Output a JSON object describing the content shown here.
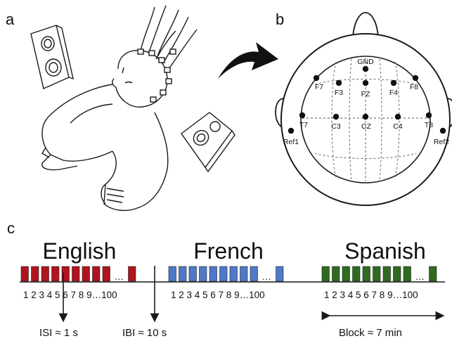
{
  "panels": {
    "a": "a",
    "b": "b",
    "c": "c"
  },
  "colors": {
    "english": "#b0141e",
    "french": "#4f79c8",
    "spanish": "#2f6b1e",
    "line": "#1a1a1a"
  },
  "electrodes": [
    {
      "label": "GND"
    },
    {
      "label": "F7"
    },
    {
      "label": "F3"
    },
    {
      "label": "FZ"
    },
    {
      "label": "F4"
    },
    {
      "label": "F8"
    },
    {
      "label": "T7"
    },
    {
      "label": "C3"
    },
    {
      "label": "CZ"
    },
    {
      "label": "C4"
    },
    {
      "label": "T8"
    },
    {
      "label": "Ref1"
    },
    {
      "label": "Ref2"
    }
  ],
  "languages": [
    {
      "name": "English",
      "sequence": "1 2 3 4 5 6 7 8 9…100",
      "color_key": "english"
    },
    {
      "name": "French",
      "sequence": "1 2 3 4 5 6 7 8 9…100",
      "color_key": "french"
    },
    {
      "name": "Spanish",
      "sequence": "1 2 3 4 5 6 7 8 9…100",
      "color_key": "spanish"
    }
  ],
  "annotations": {
    "isi": "ISI ≈ 1 s",
    "ibi": "IBI ≈ 10 s",
    "block": "Block ≈ 7 min"
  },
  "icons": [
    "infant-with-eeg-cap-illustration",
    "speaker-icon",
    "curved-arrow-icon",
    "head-topview-icon"
  ]
}
